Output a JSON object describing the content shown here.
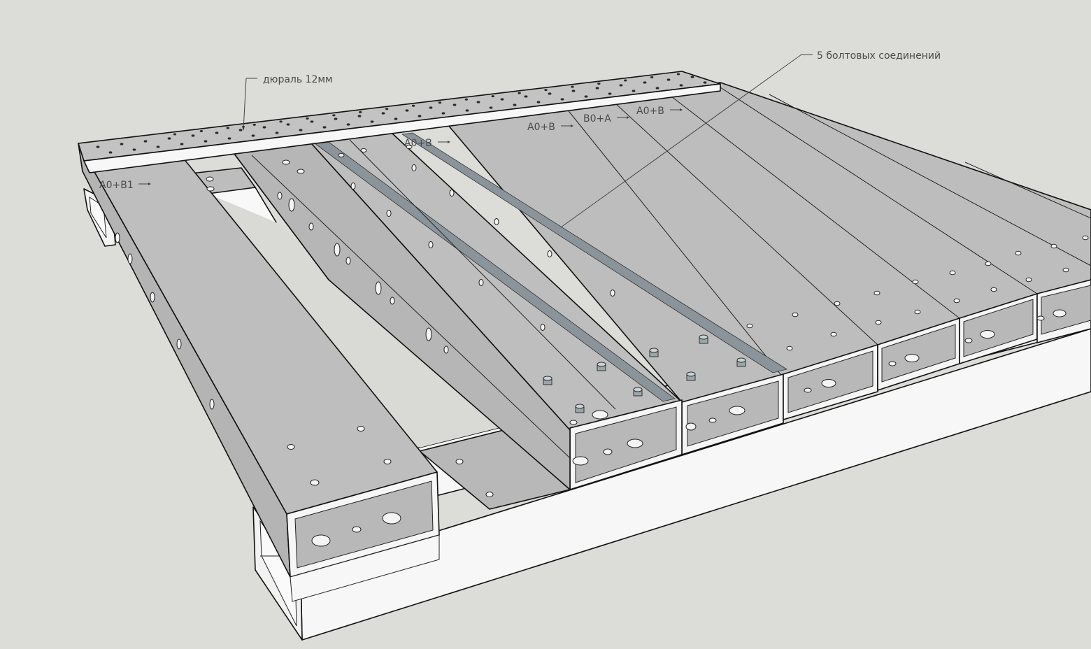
{
  "annotations": {
    "plate_label": "дюраль 12мм",
    "bolts_label": "5 болтовых соединений",
    "beam_labels": [
      "A0+B1",
      "A0+B",
      "A0+B",
      "B0+A",
      "A0+B"
    ]
  },
  "colors": {
    "background": "#dcdcd8",
    "top_face": "#bdbdbd",
    "side_face": "#b3b3b3",
    "white_face": "#f6f6f6",
    "plate_face": "#c2c2c2",
    "leader_line": "#444444"
  }
}
